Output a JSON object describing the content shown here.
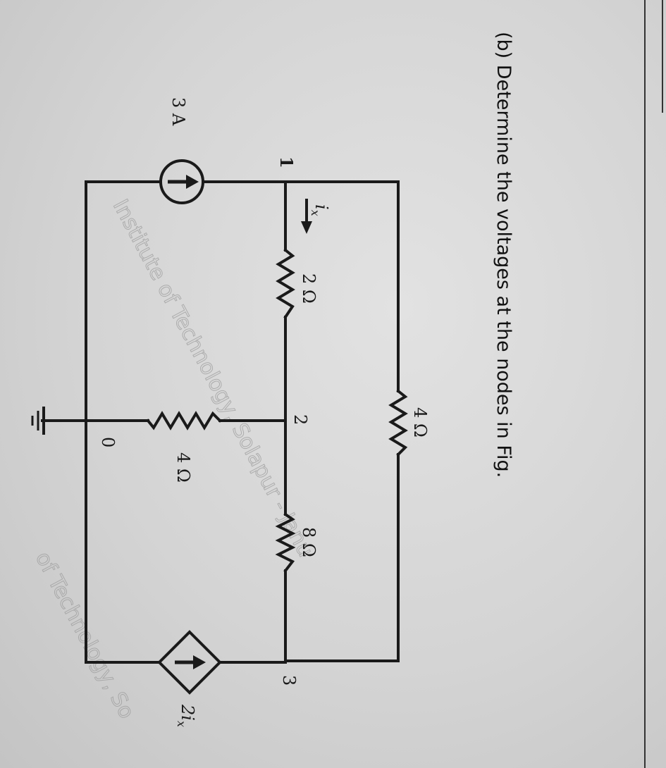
{
  "question": {
    "title": "(b) Determine the voltages at the nodes in Fig."
  },
  "circuit": {
    "nodes": [
      "1",
      "2",
      "3",
      "0"
    ],
    "components": {
      "source_independent": "3 A",
      "r_top": "4 Ω",
      "r_1_2": "2 Ω",
      "r_2_3": "8 Ω",
      "r_2_0": "4 Ω",
      "source_dependent": "2i",
      "source_dependent_sub": "x",
      "current_label": "i",
      "current_label_sub": "x"
    }
  },
  "watermark": [
    "Institute of Technology, Solapur - Janu",
    "of Technology, So"
  ],
  "colors": {
    "ink": "#1a1a1a",
    "paper": "#d6d6d6"
  }
}
